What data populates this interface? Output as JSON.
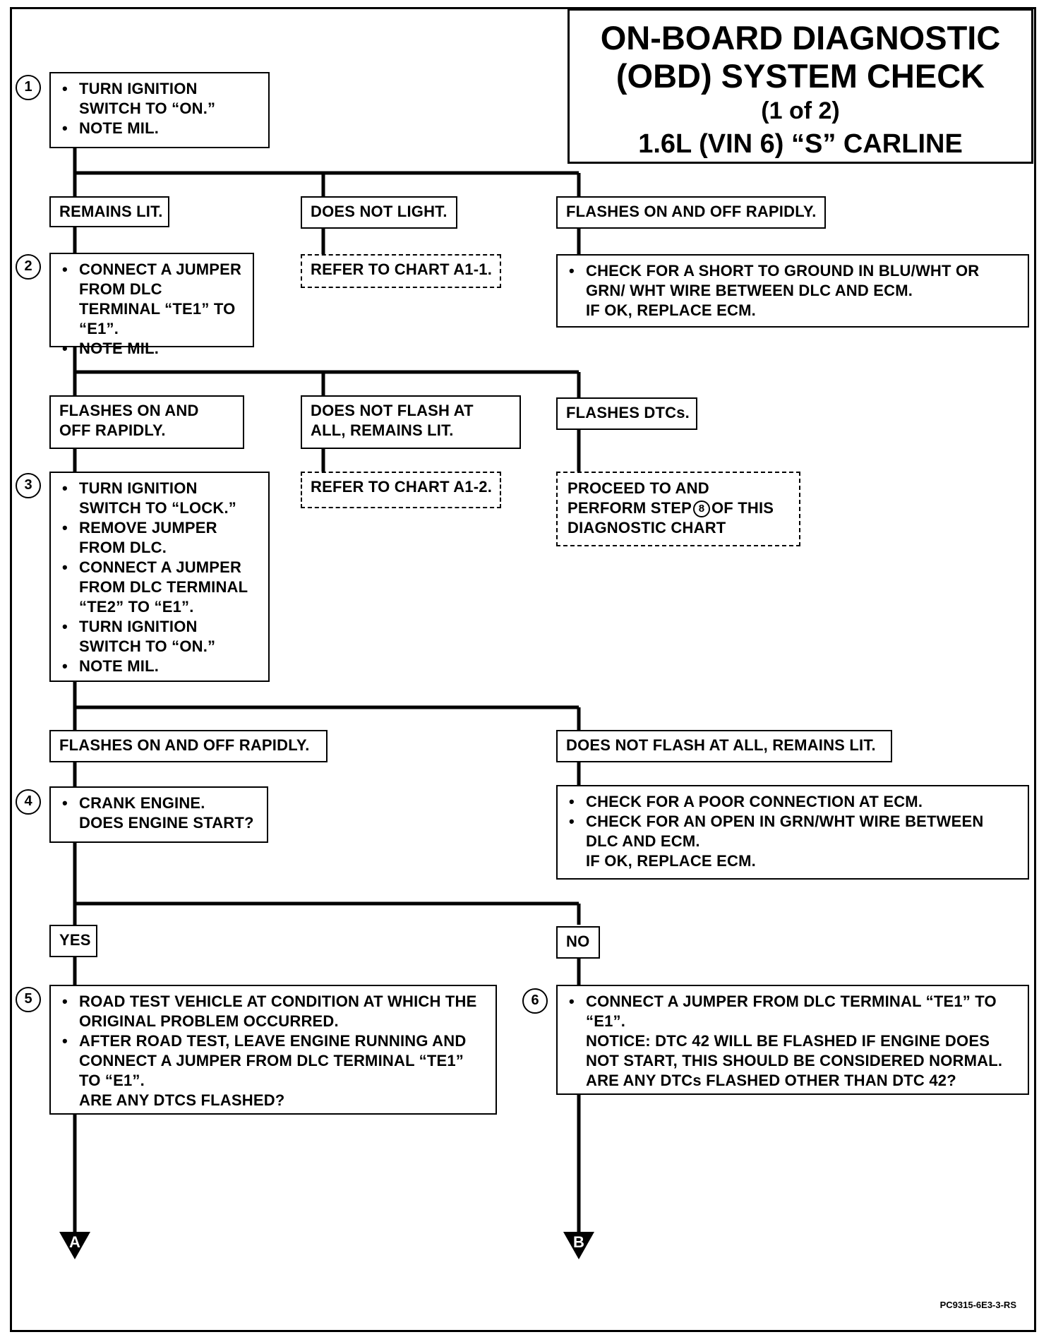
{
  "title": {
    "line1": "ON-BOARD DIAGNOSTIC",
    "line2": "(OBD) SYSTEM CHECK",
    "line3": "(1 of 2)",
    "line4": "1.6L (VIN 6) “S” CARLINE"
  },
  "steps": {
    "s1": {
      "number": "1",
      "items": [
        "TURN IGNITION SWITCH TO “ON.”",
        "NOTE MIL."
      ]
    },
    "s2": {
      "number": "2",
      "items": [
        "CONNECT A JUMPER FROM DLC TERMINAL “TE1” TO “E1”.",
        "NOTE MIL."
      ]
    },
    "s3": {
      "number": "3",
      "items": [
        "TURN IGNITION SWITCH TO “LOCK.”",
        "REMOVE JUMPER FROM DLC.",
        "CONNECT A JUMPER FROM DLC TERMINAL “TE2” TO “E1”.",
        "TURN IGNITION SWITCH TO “ON.”",
        "NOTE MIL."
      ]
    },
    "s4": {
      "number": "4",
      "items": [
        "CRANK ENGINE."
      ],
      "question": "DOES ENGINE START?"
    },
    "s5": {
      "number": "5",
      "items": [
        "ROAD TEST VEHICLE AT CONDITION AT WHICH THE ORIGINAL PROBLEM OCCURRED.",
        "AFTER ROAD TEST, LEAVE ENGINE RUNNING AND CONNECT A JUMPER FROM DLC TERMINAL “TE1” TO “E1”."
      ],
      "question": "ARE ANY DTCS FLASHED?"
    },
    "s6": {
      "number": "6",
      "items": [
        "CONNECT A JUMPER FROM DLC TERMINAL “TE1” TO “E1”."
      ],
      "notice": "NOTICE: DTC 42 WILL BE FLASHED IF ENGINE DOES NOT START, THIS SHOULD BE CONSIDERED NORMAL.",
      "question": "ARE ANY DTCs FLASHED OTHER THAN DTC 42?"
    }
  },
  "conditions": {
    "remains_lit": "REMAINS LIT.",
    "does_not_light": "DOES NOT LIGHT.",
    "flashes_rapidly_1": "FLASHES ON AND OFF RAPIDLY.",
    "flashes_rapidly_2": "FLASHES ON AND OFF RAPIDLY.",
    "does_not_flash_1": "DOES NOT FLASH AT ALL, REMAINS LIT.",
    "flashes_dtcs": "FLASHES DTCs.",
    "flashes_rapidly_3": "FLASHES ON AND OFF RAPIDLY.",
    "does_not_flash_2": "DOES NOT FLASH AT ALL, REMAINS LIT.",
    "yes": "YES",
    "no": "NO"
  },
  "results": {
    "chart_a1_1": "REFER TO CHART A1-1.",
    "short_check": {
      "items": [
        "CHECK FOR A SHORT TO GROUND IN BLU/WHT OR GRN/ WHT WIRE BETWEEN DLC AND ECM."
      ],
      "followup": "IF OK, REPLACE ECM."
    },
    "chart_a1_2": "REFER TO CHART A1-2.",
    "proceed": {
      "before": "PROCEED TO AND PERFORM STEP",
      "step": "8",
      "after": "OF THIS DIAGNOSTIC CHART"
    },
    "poor_connection": {
      "items": [
        "CHECK FOR A POOR CONNECTION AT ECM.",
        "CHECK FOR AN OPEN IN GRN/WHT WIRE BETWEEN DLC AND ECM."
      ],
      "followup": "IF OK, REPLACE ECM."
    }
  },
  "connectors": {
    "a": "A",
    "b": "B"
  },
  "footer_code": "PC9315-6E3-3-RS"
}
